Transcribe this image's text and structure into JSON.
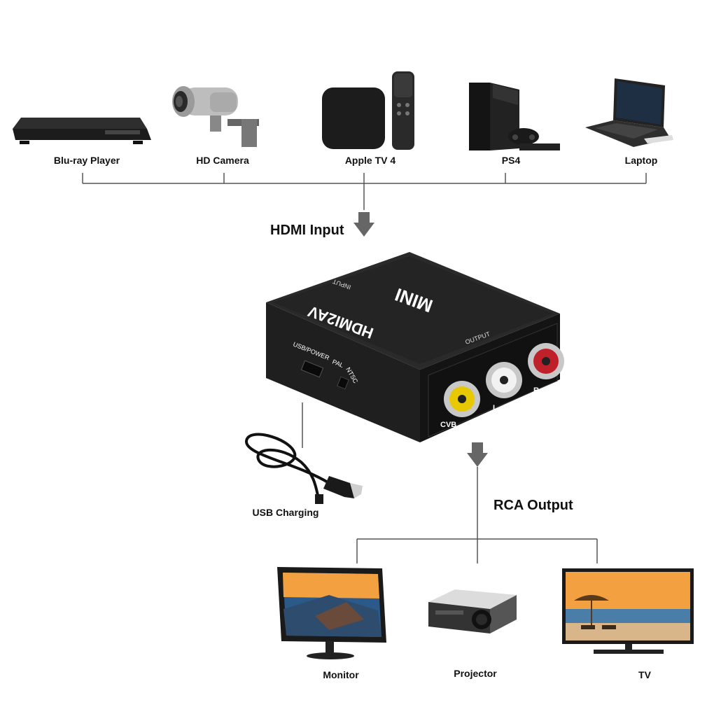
{
  "colors": {
    "line": "#555555",
    "arrow": "#666666",
    "device_body": "#1b1b1b",
    "device_top": "#222222",
    "rca_yellow": "#e8c800",
    "rca_white": "#f2f2f2",
    "rca_red": "#c0202a",
    "sky": "#f2a040",
    "water": "#2b5a8a"
  },
  "sources": [
    {
      "label": "Blu-ray Player",
      "icon": "bluray-player-icon"
    },
    {
      "label": "HD Camera",
      "icon": "hd-camera-icon"
    },
    {
      "label": "Apple TV 4",
      "icon": "apple-tv-icon"
    },
    {
      "label": "PS4",
      "icon": "ps4-icon"
    },
    {
      "label": "Laptop",
      "icon": "laptop-icon"
    }
  ],
  "hdmi_input_label": "HDMI Input",
  "rca_output_label": "RCA Output",
  "converter": {
    "top_brand": "MINI",
    "model": "HDMI2AV",
    "input_label": "INPUT",
    "output_label": "OUTPUT",
    "usb_power_label": "USB/POWER",
    "pal_label": "PAL",
    "ntsc_label": "NTSC",
    "jacks": [
      {
        "label": "CVB",
        "color": "yellow"
      },
      {
        "label": "L",
        "color": "white"
      },
      {
        "label": "R",
        "color": "red"
      }
    ]
  },
  "usb_charging_label": "USB Charging",
  "outputs": [
    {
      "label": "Monitor",
      "icon": "monitor-icon"
    },
    {
      "label": "Projector",
      "icon": "projector-icon"
    },
    {
      "label": "TV",
      "icon": "tv-icon"
    }
  ]
}
